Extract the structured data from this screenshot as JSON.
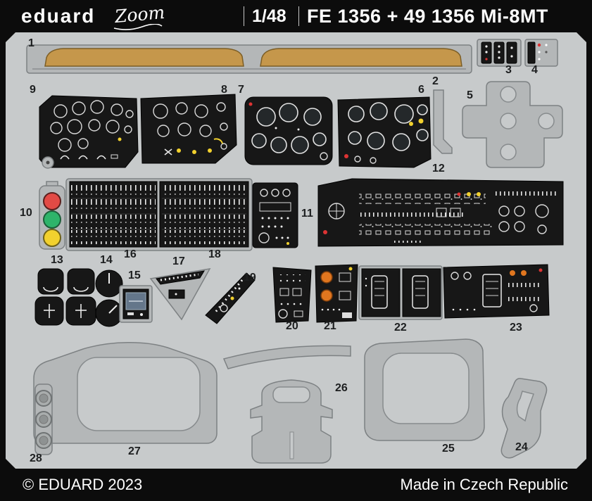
{
  "header": {
    "brand": "eduard",
    "brand_sub": "Zoom",
    "scale": "1/48",
    "title": "FE 1356 + 49 1356 Mi-8MT"
  },
  "footer": {
    "copyright": "© EDUARD 2023",
    "origin": "Made in Czech Republic"
  },
  "colors": {
    "sheet_bg": "#c7cacb",
    "fret_metal": "#b4b7b8",
    "panel_black": "#171717",
    "visor_tan": "#c5974b",
    "light_red": "#e24a45",
    "light_green": "#2eb46a",
    "light_yellow": "#f2d12e",
    "knob_orange": "#e0761f"
  },
  "parts": [
    {
      "num": "1"
    },
    {
      "num": "2"
    },
    {
      "num": "3"
    },
    {
      "num": "4"
    },
    {
      "num": "5"
    },
    {
      "num": "6"
    },
    {
      "num": "7"
    },
    {
      "num": "8"
    },
    {
      "num": "9"
    },
    {
      "num": "10"
    },
    {
      "num": "11"
    },
    {
      "num": "12"
    },
    {
      "num": "13"
    },
    {
      "num": "14"
    },
    {
      "num": "15"
    },
    {
      "num": "16"
    },
    {
      "num": "17"
    },
    {
      "num": "18"
    },
    {
      "num": "19"
    },
    {
      "num": "20"
    },
    {
      "num": "21"
    },
    {
      "num": "22"
    },
    {
      "num": "23"
    },
    {
      "num": "24"
    },
    {
      "num": "25"
    },
    {
      "num": "26"
    },
    {
      "num": "27"
    },
    {
      "num": "28"
    }
  ]
}
